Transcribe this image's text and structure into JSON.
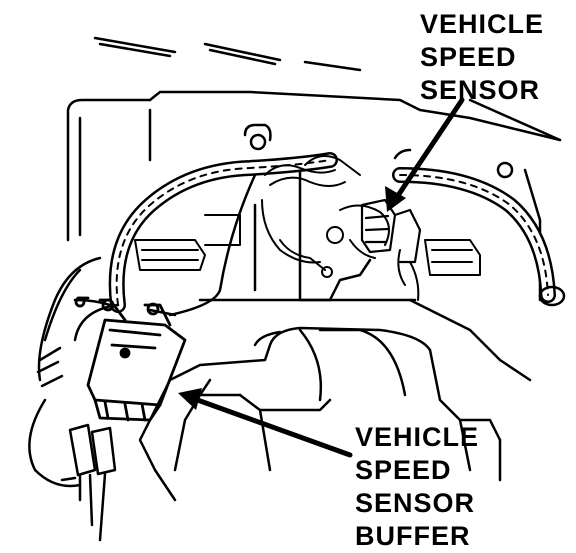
{
  "labels": {
    "vehicle_speed_sensor": [
      "VEHICLE",
      "SPEED",
      "SENSOR"
    ],
    "vehicle_speed_sensor_buffer": [
      "VEHICLE",
      "SPEED",
      "SENSOR",
      "BUFFER"
    ]
  },
  "colors": {
    "ink": "#000000",
    "paper": "#ffffff"
  }
}
